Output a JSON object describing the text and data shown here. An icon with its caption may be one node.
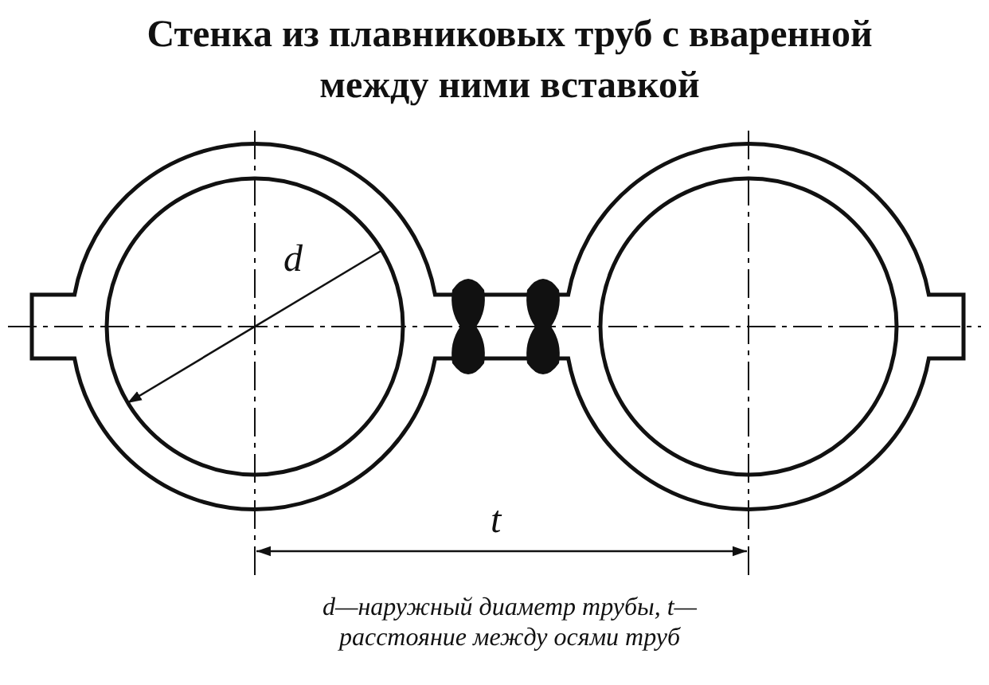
{
  "diagram": {
    "title": "Стенка из плавниковых труб с вваренной между ними вставкой",
    "caption": "d—наружный диаметр трубы, t—расстояние между осями труб",
    "labels": [
      "d",
      "t"
    ]
  }
}
